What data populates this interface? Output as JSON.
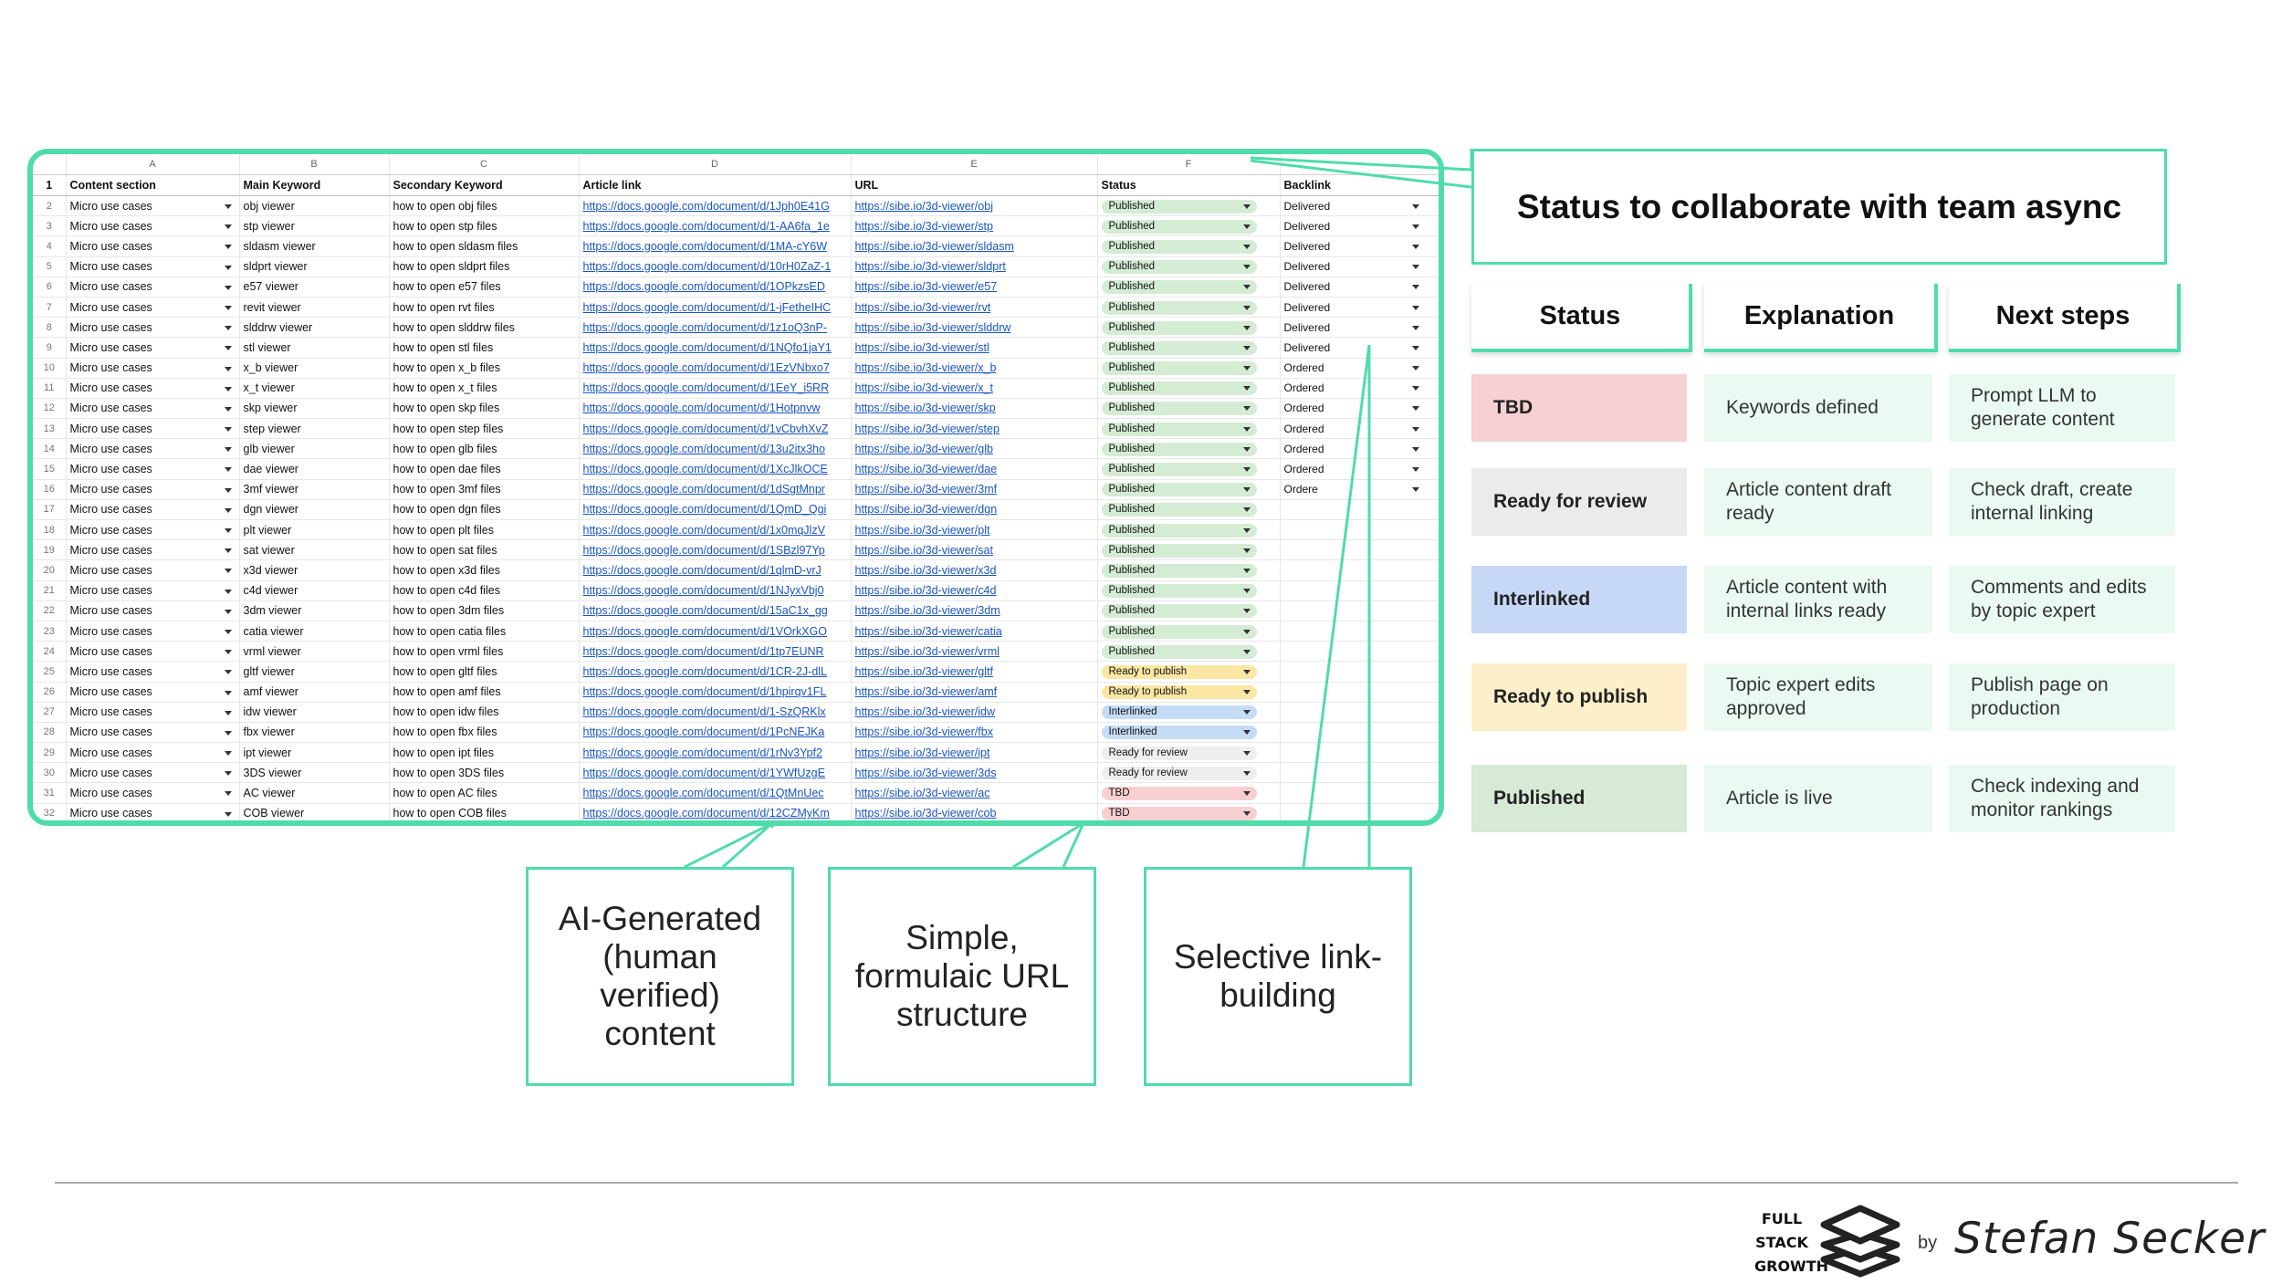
{
  "sheet": {
    "col_letters": [
      "A",
      "B",
      "C",
      "D",
      "E",
      "F",
      ""
    ],
    "headers": [
      "Content section",
      "Main Keyword",
      "Secondary Keyword",
      "Article link",
      "URL",
      "Status",
      "Backlink"
    ],
    "rows": [
      {
        "n": "2",
        "section": "Micro use cases",
        "main": "obj viewer",
        "secondary": "how to open obj files",
        "article": "https://docs.google.com/document/d/1Jph0E41G",
        "url": "https://sibe.io/3d-viewer/obj",
        "status": "Published",
        "backlink": "Delivered"
      },
      {
        "n": "3",
        "section": "Micro use cases",
        "main": "stp viewer",
        "secondary": "how to open stp files",
        "article": "https://docs.google.com/document/d/1-AA6fa_1e",
        "url": "https://sibe.io/3d-viewer/stp",
        "status": "Published",
        "backlink": "Delivered"
      },
      {
        "n": "4",
        "section": "Micro use cases",
        "main": "sldasm viewer",
        "secondary": "how to open sldasm files",
        "article": "https://docs.google.com/document/d/1MA-cY6W",
        "url": "https://sibe.io/3d-viewer/sldasm",
        "status": "Published",
        "backlink": "Delivered"
      },
      {
        "n": "5",
        "section": "Micro use cases",
        "main": "sldprt viewer",
        "secondary": "how to open sldprt files",
        "article": "https://docs.google.com/document/d/10rH0ZaZ-1",
        "url": "https://sibe.io/3d-viewer/sldprt",
        "status": "Published",
        "backlink": "Delivered"
      },
      {
        "n": "6",
        "section": "Micro use cases",
        "main": "e57 viewer",
        "secondary": "how to open e57 files",
        "article": "https://docs.google.com/document/d/1OPkzsED",
        "url": "https://sibe.io/3d-viewer/e57",
        "status": "Published",
        "backlink": "Delivered"
      },
      {
        "n": "7",
        "section": "Micro use cases",
        "main": "revit viewer",
        "secondary": "how to open rvt files",
        "article": "https://docs.google.com/document/d/1-jFetheIHC",
        "url": "https://sibe.io/3d-viewer/rvt",
        "status": "Published",
        "backlink": "Delivered"
      },
      {
        "n": "8",
        "section": "Micro use cases",
        "main": "slddrw viewer",
        "secondary": "how to open slddrw files",
        "article": "https://docs.google.com/document/d/1z1oQ3nP-",
        "url": "https://sibe.io/3d-viewer/slddrw",
        "status": "Published",
        "backlink": "Delivered"
      },
      {
        "n": "9",
        "section": "Micro use cases",
        "main": "stl viewer",
        "secondary": "how to open stl files",
        "article": "https://docs.google.com/document/d/1NQfo1jaY1",
        "url": "https://sibe.io/3d-viewer/stl",
        "status": "Published",
        "backlink": "Delivered"
      },
      {
        "n": "10",
        "section": "Micro use cases",
        "main": "x_b viewer",
        "secondary": "how to open x_b files",
        "article": "https://docs.google.com/document/d/1EzVNbxo7",
        "url": "https://sibe.io/3d-viewer/x_b",
        "status": "Published",
        "backlink": "Ordered"
      },
      {
        "n": "11",
        "section": "Micro use cases",
        "main": "x_t viewer",
        "secondary": "how to open x_t files",
        "article": "https://docs.google.com/document/d/1EeY_i5RR",
        "url": "https://sibe.io/3d-viewer/x_t",
        "status": "Published",
        "backlink": "Ordered"
      },
      {
        "n": "12",
        "section": "Micro use cases",
        "main": "skp viewer",
        "secondary": "how to open skp files",
        "article": "https://docs.google.com/document/d/1Hotpnvw",
        "url": "https://sibe.io/3d-viewer/skp",
        "status": "Published",
        "backlink": "Ordered"
      },
      {
        "n": "13",
        "section": "Micro use cases",
        "main": "step viewer",
        "secondary": "how to open step files",
        "article": "https://docs.google.com/document/d/1vCbvhXvZ",
        "url": "https://sibe.io/3d-viewer/step",
        "status": "Published",
        "backlink": "Ordered"
      },
      {
        "n": "14",
        "section": "Micro use cases",
        "main": "glb viewer",
        "secondary": "how to open glb files",
        "article": "https://docs.google.com/document/d/13u2itx3ho",
        "url": "https://sibe.io/3d-viewer/glb",
        "status": "Published",
        "backlink": "Ordered"
      },
      {
        "n": "15",
        "section": "Micro use cases",
        "main": "dae viewer",
        "secondary": "how to open dae files",
        "article": "https://docs.google.com/document/d/1XcJlkOCE",
        "url": "https://sibe.io/3d-viewer/dae",
        "status": "Published",
        "backlink": "Ordered"
      },
      {
        "n": "16",
        "section": "Micro use cases",
        "main": "3mf viewer",
        "secondary": "how to open 3mf files",
        "article": "https://docs.google.com/document/d/1dSgtMnpr",
        "url": "https://sibe.io/3d-viewer/3mf",
        "status": "Published",
        "backlink": "Ordere"
      },
      {
        "n": "17",
        "section": "Micro use cases",
        "main": "dgn viewer",
        "secondary": "how to open dgn files",
        "article": "https://docs.google.com/document/d/1QmD_Qgi",
        "url": "https://sibe.io/3d-viewer/dgn",
        "status": "Published",
        "backlink": ""
      },
      {
        "n": "18",
        "section": "Micro use cases",
        "main": "plt viewer",
        "secondary": "how to open plt files",
        "article": "https://docs.google.com/document/d/1x0mqJlzV",
        "url": "https://sibe.io/3d-viewer/plt",
        "status": "Published",
        "backlink": ""
      },
      {
        "n": "19",
        "section": "Micro use cases",
        "main": "sat viewer",
        "secondary": "how to open sat files",
        "article": "https://docs.google.com/document/d/1SBzl97Yp",
        "url": "https://sibe.io/3d-viewer/sat",
        "status": "Published",
        "backlink": ""
      },
      {
        "n": "20",
        "section": "Micro use cases",
        "main": "x3d viewer",
        "secondary": "how to open x3d files",
        "article": "https://docs.google.com/document/d/1qlmD-vrJ",
        "url": "https://sibe.io/3d-viewer/x3d",
        "status": "Published",
        "backlink": ""
      },
      {
        "n": "21",
        "section": "Micro use cases",
        "main": "c4d viewer",
        "secondary": "how to open c4d files",
        "article": "https://docs.google.com/document/d/1NJyxVbj0",
        "url": "https://sibe.io/3d-viewer/c4d",
        "status": "Published",
        "backlink": ""
      },
      {
        "n": "22",
        "section": "Micro use cases",
        "main": "3dm viewer",
        "secondary": "how to open 3dm files",
        "article": "https://docs.google.com/document/d/15aC1x_gg",
        "url": "https://sibe.io/3d-viewer/3dm",
        "status": "Published",
        "backlink": ""
      },
      {
        "n": "23",
        "section": "Micro use cases",
        "main": "catia viewer",
        "secondary": "how to open catia files",
        "article": "https://docs.google.com/document/d/1VOrkXGO",
        "url": "https://sibe.io/3d-viewer/catia",
        "status": "Published",
        "backlink": ""
      },
      {
        "n": "24",
        "section": "Micro use cases",
        "main": "vrml viewer",
        "secondary": "how to open vrml files",
        "article": "https://docs.google.com/document/d/1tp7EUNR",
        "url": "https://sibe.io/3d-viewer/vrml",
        "status": "Published",
        "backlink": ""
      },
      {
        "n": "25",
        "section": "Micro use cases",
        "main": "gltf viewer",
        "secondary": "how to open gltf files",
        "article": "https://docs.google.com/document/d/1CR-2J-dlL",
        "url": "https://sibe.io/3d-viewer/gltf",
        "status": "Ready to publish",
        "backlink": ""
      },
      {
        "n": "26",
        "section": "Micro use cases",
        "main": "amf viewer",
        "secondary": "how to open amf files",
        "article": "https://docs.google.com/document/d/1hpirqv1FL",
        "url": "https://sibe.io/3d-viewer/amf",
        "status": "Ready to publish",
        "backlink": ""
      },
      {
        "n": "27",
        "section": "Micro use cases",
        "main": "idw viewer",
        "secondary": "how to open idw files",
        "article": "https://docs.google.com/document/d/1-SzQRKlx",
        "url": "https://sibe.io/3d-viewer/idw",
        "status": "Interlinked",
        "backlink": ""
      },
      {
        "n": "28",
        "section": "Micro use cases",
        "main": "fbx viewer",
        "secondary": "how to open fbx files",
        "article": "https://docs.google.com/document/d/1PcNEJKa",
        "url": "https://sibe.io/3d-viewer/fbx",
        "status": "Interlinked",
        "backlink": ""
      },
      {
        "n": "29",
        "section": "Micro use cases",
        "main": "ipt viewer",
        "secondary": "how to open ipt files",
        "article": "https://docs.google.com/document/d/1rNv3Ypf2",
        "url": "https://sibe.io/3d-viewer/ipt",
        "status": "Ready for review",
        "backlink": ""
      },
      {
        "n": "30",
        "section": "Micro use cases",
        "main": "3DS viewer",
        "secondary": "how to open 3DS files",
        "article": "https://docs.google.com/document/d/1YWfUzgE",
        "url": "https://sibe.io/3d-viewer/3ds",
        "status": "Ready for review",
        "backlink": ""
      },
      {
        "n": "31",
        "section": "Micro use cases",
        "main": "AC viewer",
        "secondary": "how to open AC files",
        "article": "https://docs.google.com/document/d/1QtMnUec",
        "url": "https://sibe.io/3d-viewer/ac",
        "status": "TBD",
        "backlink": ""
      },
      {
        "n": "32",
        "section": "Micro use cases",
        "main": "COB viewer",
        "secondary": "how to open COB files",
        "article": "https://docs.google.com/document/d/12CZMyKm",
        "url": "https://sibe.io/3d-viewer/cob",
        "status": "TBD",
        "backlink": ""
      }
    ]
  },
  "status_colors": {
    "Published": "#d5ecd4",
    "Ready to publish": "#fbe6a3",
    "Interlinked": "#c5dcf6",
    "Ready for review": "#eeeeee",
    "TBD": "#f8cfd1"
  },
  "callout_top": "Status to collaborate with team async",
  "callouts_bottom": {
    "ai": "AI-Generated (human verified) content",
    "url": "Simple, formulaic URL structure",
    "link": "Selective link-building"
  },
  "status_table": {
    "headers": [
      "Status",
      "Explanation",
      "Next steps"
    ],
    "rows": [
      {
        "status": "TBD",
        "explanation": "Keywords defined",
        "next": "Prompt LLM to generate content",
        "color": "#f6d0d2"
      },
      {
        "status": "Ready for review",
        "explanation": "Article content draft ready",
        "next": "Check draft, create internal linking",
        "color": "#ebebeb"
      },
      {
        "status": "Interlinked",
        "explanation": "Article content with internal links ready",
        "next": "Comments and edits by topic expert",
        "color": "#c6d8f6"
      },
      {
        "status": "Ready to publish",
        "explanation": "Topic expert edits approved",
        "next": "Publish page on production",
        "color": "#fcefc9"
      },
      {
        "status": "Published",
        "explanation": "Article is live",
        "next": "Check indexing and monitor rankings",
        "color": "#d6ead6"
      }
    ]
  },
  "footer": {
    "brand_lines": [
      "FULL",
      "STACK",
      "GROWTH"
    ],
    "by": "by",
    "author": "Stefan Secker"
  },
  "accent_color": "#4fdcaa"
}
